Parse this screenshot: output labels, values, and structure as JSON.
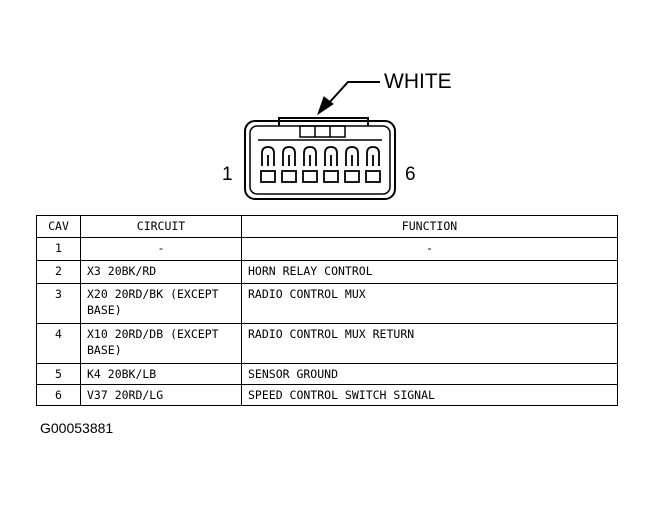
{
  "connector": {
    "color_label": "WHITE",
    "pin_start": "1",
    "pin_end": "6"
  },
  "table": {
    "headers": {
      "cav": "CAV",
      "circuit": "CIRCUIT",
      "function": "FUNCTION"
    },
    "rows": [
      {
        "cav": "1",
        "circuit": "-",
        "function": "-"
      },
      {
        "cav": "2",
        "circuit": "X3 20BK/RD",
        "function": "HORN RELAY CONTROL"
      },
      {
        "cav": "3",
        "circuit": "X20 20RD/BK (EXCEPT BASE)",
        "function": "RADIO CONTROL MUX"
      },
      {
        "cav": "4",
        "circuit": "X10 20RD/DB (EXCEPT BASE)",
        "function": "RADIO CONTROL MUX RETURN"
      },
      {
        "cav": "5",
        "circuit": "K4 20BK/LB",
        "function": "SENSOR GROUND"
      },
      {
        "cav": "6",
        "circuit": "V37 20RD/LG",
        "function": "SPEED CONTROL SWITCH SIGNAL"
      }
    ]
  },
  "figure_id": "G00053881"
}
